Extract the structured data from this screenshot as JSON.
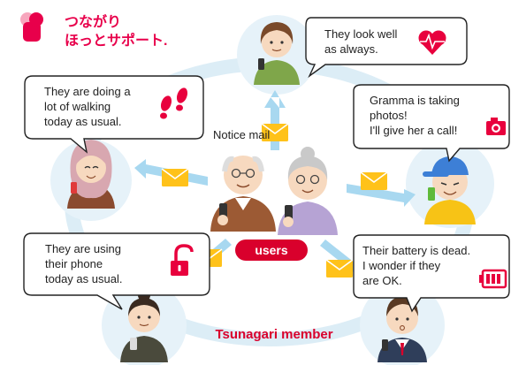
{
  "logo": {
    "line1": "つながり",
    "line2": "ほっとサポート.",
    "brand_color": "#e8004b"
  },
  "center": {
    "label": "users",
    "label_color": "#d9002c"
  },
  "ring": {
    "label": "Tsunagari member",
    "label_color": "#d9002c"
  },
  "notice_mail": {
    "label": "Notice mail"
  },
  "bubbles": {
    "top": {
      "lines": [
        "They look well",
        "as always."
      ],
      "icon": "heart-pulse-icon"
    },
    "upper_left": {
      "lines": [
        "They are doing a",
        "lot of walking",
        "today as usual."
      ],
      "icon": "footprints-icon"
    },
    "right": {
      "lines": [
        "Gramma is taking",
        "photos!",
        "I'll give her a call!"
      ],
      "icon": "camera-icon"
    },
    "lower_left": {
      "lines": [
        "They are using",
        "their phone",
        "today as usual."
      ],
      "icon": "unlock-icon"
    },
    "lower_right": {
      "lines": [
        "Their battery is dead.",
        "I wonder if they",
        "are OK."
      ],
      "icon": "low-battery-icon"
    }
  },
  "colors": {
    "accent_red": "#e8003d",
    "envelope": "#ffc21a",
    "arrow": "#a8d8f0",
    "ring": "#dcedf6",
    "halo": "#e6f2f9"
  }
}
